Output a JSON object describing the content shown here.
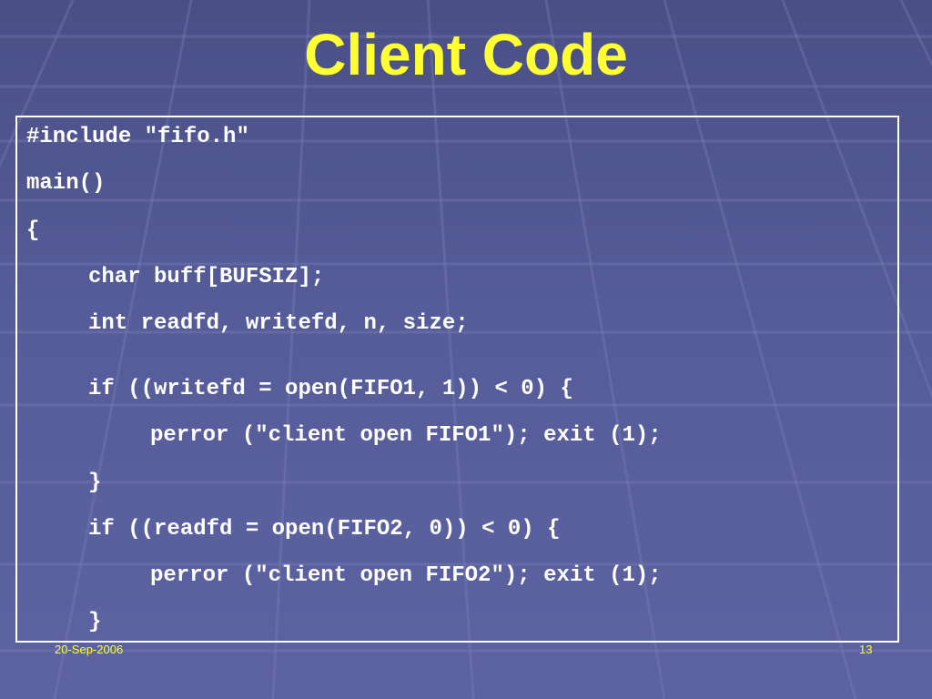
{
  "slide": {
    "title": "Client Code",
    "code_lines": [
      "#include \"fifo.h\"",
      "main()",
      "{",
      "char buff[BUFSIZ];",
      "int readfd, writefd, n, size;",
      "if ((writefd = open(FIFO1, 1)) < 0) {",
      "perror (\"client open FIFO1\"); exit (1);",
      "}",
      "if ((readfd = open(FIFO2, 0)) < 0) {",
      "perror (\"client open FIFO2\"); exit (1);",
      "}"
    ],
    "footer": {
      "date": "20-Sep-2006",
      "page_number": "13"
    }
  },
  "colors": {
    "title": "#ffff33",
    "code_text": "#ffffff",
    "background": "#565c98"
  }
}
